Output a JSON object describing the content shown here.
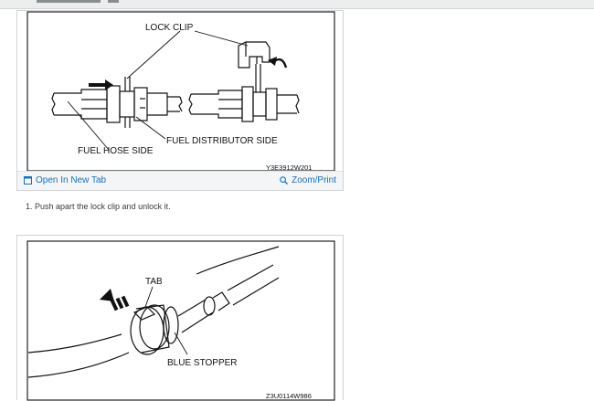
{
  "figures": [
    {
      "labels": {
        "lock_clip": "LOCK CLIP",
        "fuel_hose_side": "FUEL HOSE SIDE",
        "fuel_distributor_side": "FUEL DISTRIBUTOR SIDE",
        "figure_code": "Y3E3912W201"
      },
      "footer": {
        "open_new_tab": "Open In New Tab",
        "zoom_print": "Zoom/Print"
      }
    },
    {
      "labels": {
        "tab": "TAB",
        "blue_stopper": "BLUE STOPPER",
        "figure_code": "Z3U0114W986"
      }
    }
  ],
  "steps": [
    {
      "text": "1. Push apart the lock clip and unlock it."
    }
  ],
  "icons": {
    "open_new_tab": "external-window-icon",
    "zoom_print": "magnifier-icon"
  },
  "colors": {
    "link": "#1a6fb5",
    "card_border": "#cfd3d7",
    "footer_bg": "#f3f5f6"
  }
}
